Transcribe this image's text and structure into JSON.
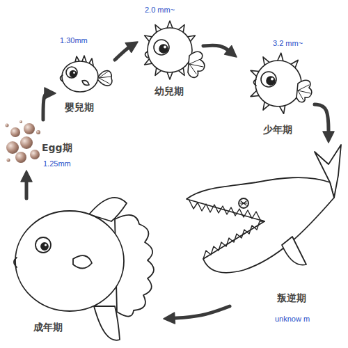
{
  "diagram": {
    "nodes": [
      {
        "text": [
          "Egg期",
          "1.25mm"
        ]
      },
      {
        "text": [
          "嬰兒期",
          "1.30mm"
        ]
      },
      {
        "text": [
          "幼兒期",
          "2.0 mm~"
        ]
      },
      {
        "text": [
          "少年期",
          "3.2 mm~"
        ]
      },
      {
        "text": [
          "叛逆期",
          "unknow m"
        ]
      },
      {
        "text": [
          "成年期"
        ]
      }
    ],
    "edges": [
      {
        "from": 0,
        "to": 1,
        "arrow": "to"
      },
      {
        "from": 1,
        "to": 2,
        "arrow": "to"
      },
      {
        "from": 2,
        "to": 3,
        "arrow": "to"
      },
      {
        "from": 3,
        "to": 4,
        "arrow": "to"
      },
      {
        "from": 4,
        "to": 5,
        "arrow": "to"
      },
      {
        "from": 5,
        "to": 0,
        "arrow": "to"
      }
    ]
  }
}
